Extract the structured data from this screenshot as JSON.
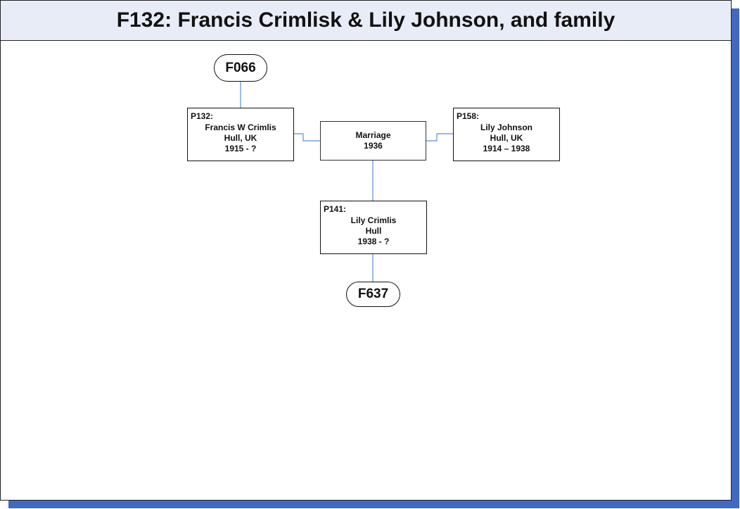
{
  "title": "F132: Francis Crimlisk & Lily Johnson, and family",
  "parent_family": "F066",
  "child_family": "F637",
  "marriage": {
    "label": "Marriage",
    "year": "1936"
  },
  "husband": {
    "id": "P132:",
    "name": "Francis W Crimlis",
    "place": "Hull, UK",
    "dates": "1915 - ?"
  },
  "wife": {
    "id": "P158:",
    "name": "Lily Johnson",
    "place": "Hull, UK",
    "dates": "1914 – 1938"
  },
  "child": {
    "id": "P141:",
    "name": "Lily Crimlis",
    "place": "Hull",
    "dates": "1938 - ?"
  },
  "colors": {
    "connector": "#5b8fd6",
    "shadow": "#4169c4",
    "title_bg": "#e8ecf7"
  }
}
